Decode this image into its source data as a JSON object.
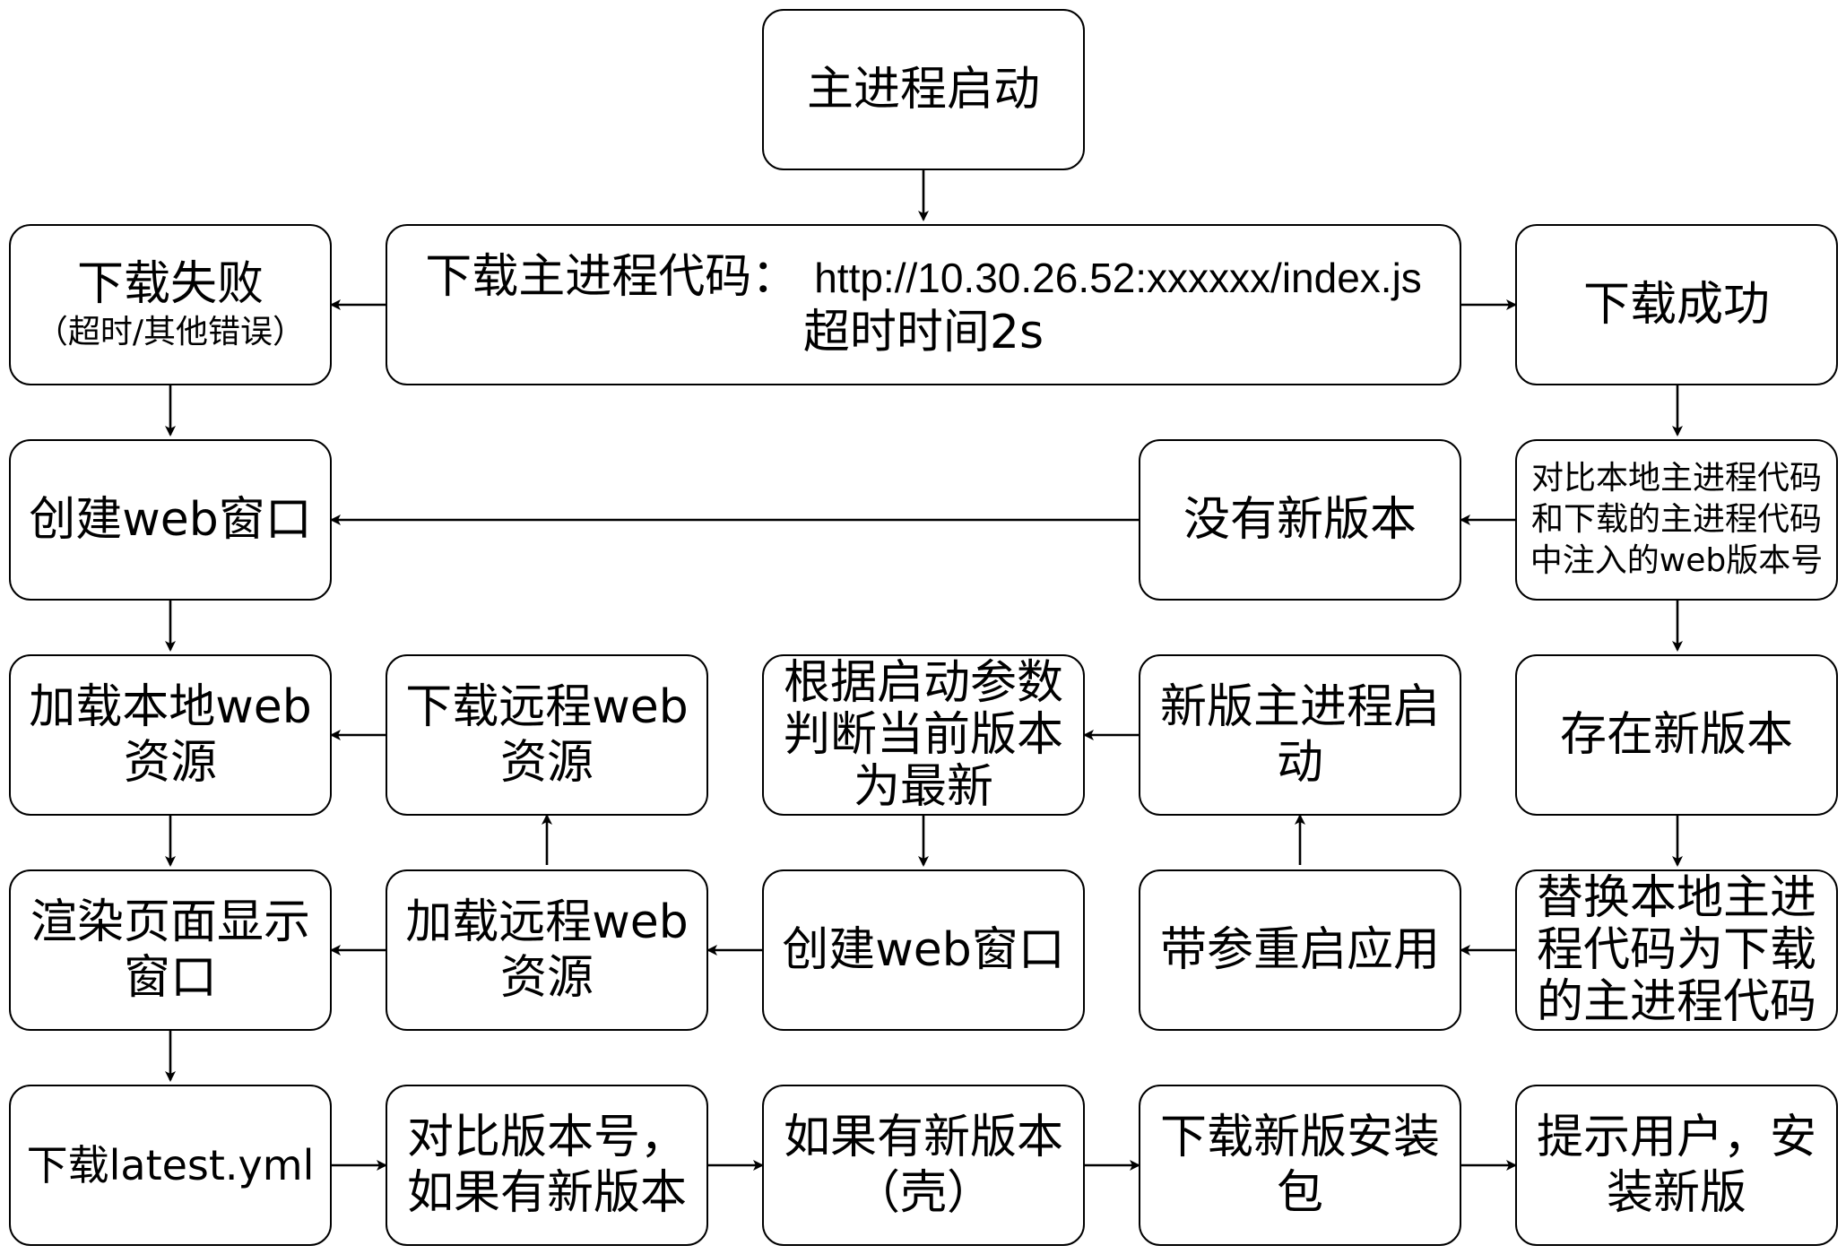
{
  "nodes": {
    "start": "主进程启动",
    "download_main_prefix": "下载主进程代码：",
    "download_main_url": "http://10.30.26.52:xxxxxx/index.js",
    "download_main_timeout": "超时时间2s",
    "fail_title": "下载失败",
    "fail_sub": "（超时/其他错误）",
    "success": "下载成功",
    "create_window_left": "创建web窗口",
    "no_new_version": "没有新版本",
    "compare_version": "对比本地主进程代码\n和下载的主进程代码\n中注入的web版本号",
    "load_local_web": "加载本地web\n资源",
    "download_remote_web": "下载远程web\n资源",
    "judge_latest": "根据启动参数\n判断当前版本\n为最新",
    "new_main_start": "新版主进程启\n动",
    "has_new_version": "存在新版本",
    "render_window": "渲染页面显示\n窗口",
    "load_remote_web": "加载远程web\n资源",
    "create_window_mid": "创建web窗口",
    "restart_with_params": "带参重启应用",
    "replace_main_code": "替换本地主进\n程代码为下载\n的主进程代码",
    "download_latest_yml": "下载latest.yml",
    "compare_version_no": "对比版本号，\n如果有新版本",
    "if_new_shell": "如果有新版本\n（壳）",
    "download_installer": "下载新版安装\n包",
    "prompt_user": "提示用户，安\n装新版"
  }
}
